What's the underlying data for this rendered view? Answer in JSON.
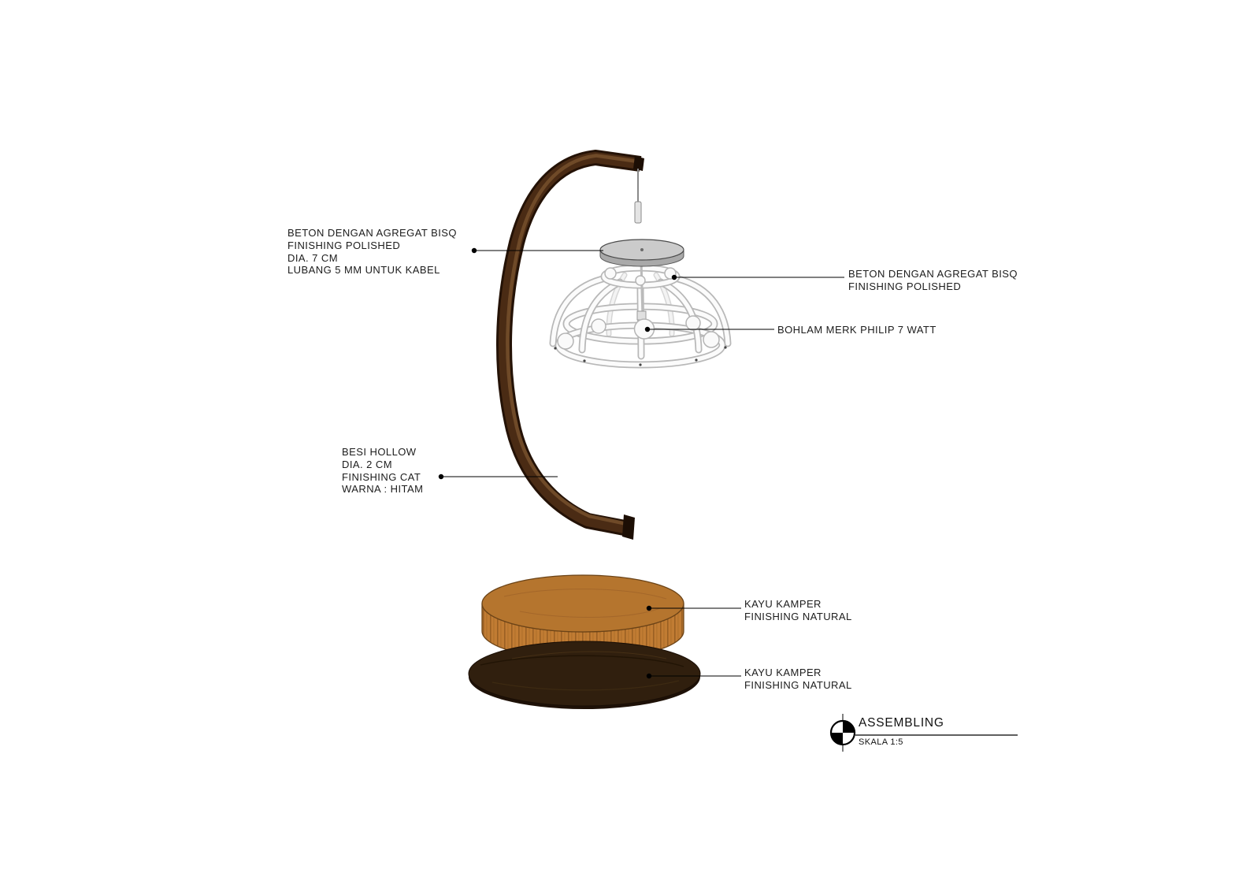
{
  "title_block": {
    "title": "ASSEMBLING",
    "scale": "SKALA 1:5"
  },
  "labels": {
    "concrete_disc": {
      "lines": [
        "BETON DENGAN AGREGAT BISQ",
        "FINISHING POLISHED",
        "DIA. 7 CM",
        "LUBANG 5 MM UNTUK KABEL"
      ]
    },
    "concrete_cage": {
      "lines": [
        "BETON DENGAN AGREGAT BISQ",
        "FINISHING POLISHED"
      ]
    },
    "bulb": {
      "lines": [
        "BOHLAM MERK PHILIP 7 WATT"
      ]
    },
    "steel_arm": {
      "lines": [
        "BESI HOLLOW",
        "DIA. 2 CM",
        "FINISHING CAT",
        "WARNA : HITAM"
      ]
    },
    "wood_cylinder": {
      "lines": [
        "KAYU KAMPER",
        "FINISHING NATURAL"
      ]
    },
    "wood_base": {
      "lines": [
        "KAYU KAMPER",
        "FINISHING NATURAL"
      ]
    }
  },
  "colors": {
    "arm_brown": "#4a2b14",
    "arm_outline": "#241206",
    "arm_highlight": "#76502c",
    "wood_face": "#b5752e",
    "wood_side": "#c17c33",
    "wood_grain": "#8f5a1f",
    "wood_dark": "#301f0e",
    "concrete": "#cbcbcb",
    "cage_tube_outline": "#b8b8b8",
    "cage_tube_fill": "#fbfbfb",
    "leader": "#000000"
  }
}
